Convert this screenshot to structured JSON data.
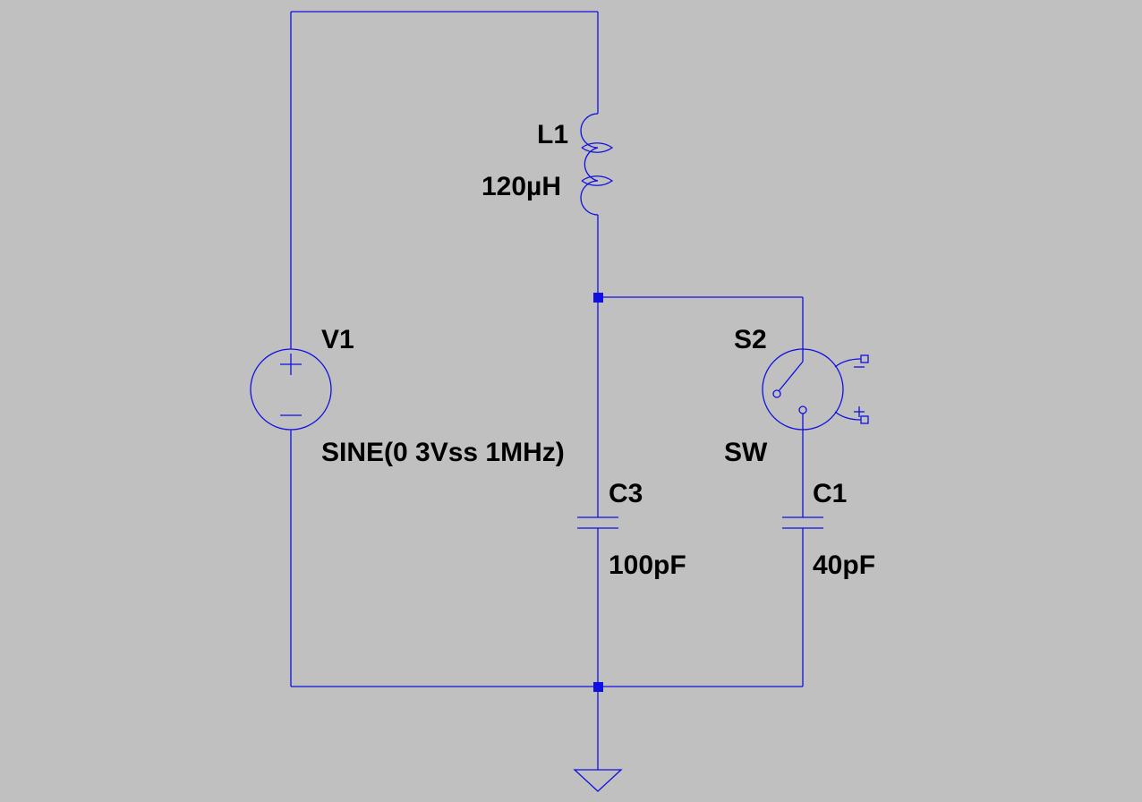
{
  "components": {
    "v1": {
      "ref": "V1",
      "value": "SINE(0 3Vss 1MHz)"
    },
    "l1": {
      "ref": "L1",
      "value": "120µH"
    },
    "c3": {
      "ref": "C3",
      "value": "100pF"
    },
    "s2": {
      "ref": "S2",
      "value": "SW"
    },
    "c1": {
      "ref": "C1",
      "value": "40pF"
    }
  },
  "colors": {
    "background": "#c0c0c0",
    "wire": "#1010e0",
    "label": "#000000"
  }
}
